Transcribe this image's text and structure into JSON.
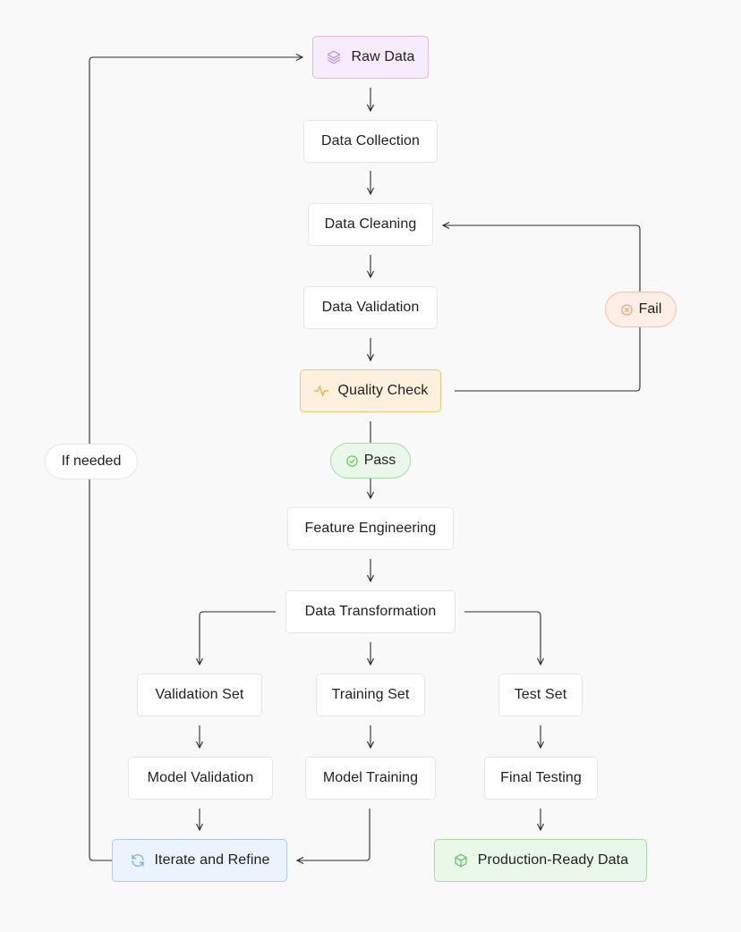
{
  "nodes": {
    "raw_data": "Raw Data",
    "data_collection": "Data Collection",
    "data_cleaning": "Data Cleaning",
    "data_validation": "Data Validation",
    "quality_check": "Quality Check",
    "feature_engineering": "Feature Engineering",
    "data_transformation": "Data Transformation",
    "validation_set": "Validation Set",
    "training_set": "Training Set",
    "test_set": "Test Set",
    "model_validation": "Model Validation",
    "model_training": "Model Training",
    "final_testing": "Final Testing",
    "iterate_refine": "Iterate and Refine",
    "production_ready": "Production-Ready Data"
  },
  "edge_labels": {
    "pass": "Pass",
    "fail": "Fail",
    "if_needed": "If needed"
  },
  "colors": {
    "raw_data": {
      "bg": "#f8ecfc",
      "border": "#dcb6ec",
      "icon": "#c08ad8"
    },
    "quality_check": {
      "bg": "#fdf1dd",
      "border": "#f0c47c",
      "icon": "#e8a93a"
    },
    "iterate_refine": {
      "bg": "#ebf4fd",
      "border": "#a9cdf0",
      "icon": "#6aa9e6"
    },
    "production_ready": {
      "bg": "#e9f8e9",
      "border": "#a6dca6",
      "icon": "#5cbf5c"
    },
    "pass": {
      "bg": "#e9f8e9",
      "border": "#a6dca6",
      "icon": "#5cbf5c"
    },
    "fail": {
      "bg": "#fdeee6",
      "border": "#f2c3ad",
      "icon": "#eb9c7c"
    },
    "edge": "#2a2a2a"
  },
  "icons": {
    "raw_data": "layers-icon",
    "quality_check": "activity-icon",
    "iterate_refine": "refresh-icon",
    "production_ready": "package-icon",
    "pass": "check-circle-icon",
    "fail": "x-circle-icon"
  }
}
